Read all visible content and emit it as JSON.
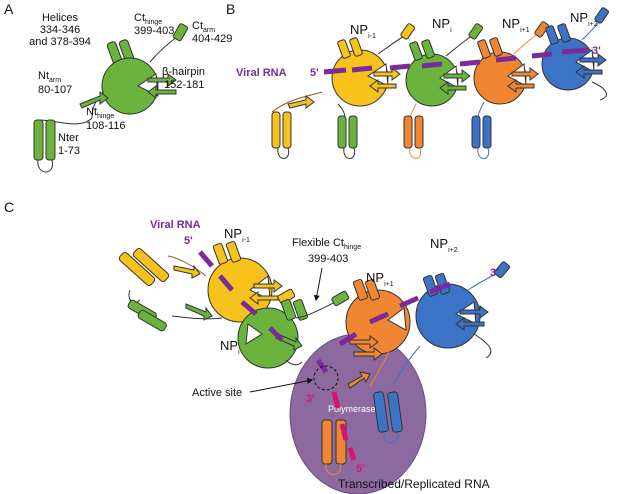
{
  "panels": {
    "a": "A",
    "b": "B",
    "c": "C"
  },
  "panel_a": {
    "helices_title": "Helices",
    "helices_range1": "334-346",
    "helices_range2": "and 378-394",
    "ct_hinge_main": "Ct",
    "ct_hinge_sub": "hinge",
    "ct_hinge_range": "399-403",
    "ct_arm_main": "Ct",
    "ct_arm_sub": "arm",
    "ct_arm_range": "404-429",
    "nt_arm_main": "Nt",
    "nt_arm_sub": "arm",
    "nt_arm_range": "80-107",
    "hairpin_title": "β-hairpin",
    "hairpin_range": "152-181",
    "nt_hinge_main": "Nt",
    "nt_hinge_sub": "hinge",
    "nt_hinge_range": "108-116",
    "nter_title": "Nter",
    "nter_range": "1-73"
  },
  "panel_b": {
    "viral_rna": "Viral RNA",
    "five_prime": "5'",
    "three_prime": "3'",
    "np_main": "NP",
    "np1_sub": "i-1",
    "np2_sub": "i",
    "np3_sub": "i+1",
    "np4_sub": "i+2"
  },
  "panel_c": {
    "viral_rna": "Viral RNA",
    "five_prime_top": "5'",
    "three_prime_right": "3'",
    "np_main": "NP",
    "np1_sub": "i-1",
    "np2_sub": "i",
    "np3_sub": "i+1",
    "np4_sub": "i+2",
    "flex_main": "Flexible Ct",
    "flex_sub": "hinge",
    "flex_range": "399-403",
    "active_site": "Active site",
    "three_prime_pol": "3'",
    "polymerase": "Polymerase",
    "five_prime_bottom": "5'",
    "transcribed": "Transcribed/Replicated RNA"
  },
  "colors": {
    "yellow": "#f7c21c",
    "green": "#6ab43e",
    "orange": "#f08532",
    "blue": "#3b73c6",
    "purple_rna": "#7a2a9a",
    "magenta_rna": "#d6136e",
    "polymerase": "#8c6aa0"
  }
}
